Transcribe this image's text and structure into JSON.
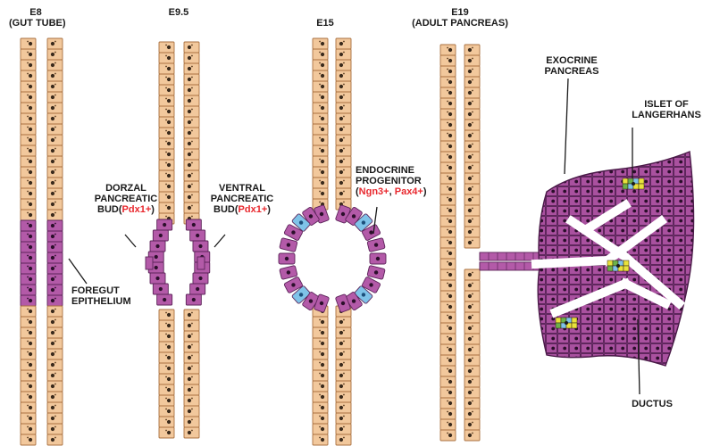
{
  "stages": [
    {
      "id": "e8",
      "title": "E8",
      "subtitle": "(GUT TUBE)"
    },
    {
      "id": "e95",
      "title": "E9.5",
      "subtitle": ""
    },
    {
      "id": "e15",
      "title": "E15",
      "subtitle": ""
    },
    {
      "id": "e19",
      "title": "E19",
      "subtitle": "(ADULT PANCREAS)"
    }
  ],
  "labels": {
    "dorsal_1": "DORZAL",
    "dorsal_2": "PANCREATIC",
    "dorsal_3a": "BUD(",
    "dorsal_marker": "Pdx1+",
    "dorsal_3b": ")",
    "ventral_1": "VENTRAL",
    "ventral_2": "PANCREATIC",
    "ventral_3a": "BUD(",
    "ventral_marker": "Pdx1+",
    "ventral_3b": ")",
    "foregut_1": "FOREGUT",
    "foregut_2": "EPITHELIUM",
    "endocrine_1": "ENDOCRINE",
    "endocrine_2": "PROGENITOR",
    "endocrine_open": "(",
    "endocrine_marker1": "Ngn3+",
    "endocrine_sep": ", ",
    "endocrine_marker2": "Pax4+",
    "endocrine_close": ")",
    "exocrine_1": "EXOCRINE",
    "exocrine_2": "PANCREAS",
    "islet_1": "ISLET OF",
    "islet_2": "LANGERHANS",
    "ductus": "DUCTUS"
  },
  "colors": {
    "gut_cell": "#f2c89c",
    "gut_cell_stroke": "#a9713f",
    "pancreatic_cell": "#b35aa8",
    "pancreatic_stroke": "#5c245a",
    "endocrine_cell": "#7fc3e8",
    "islet_yellow": "#e8e23c",
    "islet_green": "#6db24a",
    "marker_red": "#e8282e",
    "pancreas_body": "#8a3d86"
  }
}
